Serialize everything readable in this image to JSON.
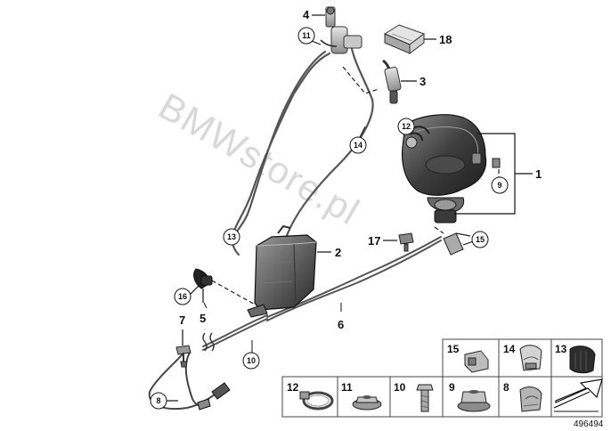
{
  "watermark": "BMWstore.pl",
  "reference_number": "496494",
  "callouts": {
    "p1": "1",
    "p2": "2",
    "p3": "3",
    "p4": "4",
    "p5": "5",
    "p6": "6",
    "p7": "7",
    "p8": "8",
    "p9": "9",
    "p10": "10",
    "p11": "11",
    "p12": "12",
    "p13": "13",
    "p14": "14",
    "p15": "15",
    "p16": "16",
    "p17": "17",
    "p18": "18"
  },
  "parts_table": {
    "top_row": [
      "15",
      "14",
      "13"
    ],
    "bottom_row": [
      "12",
      "11",
      "10",
      "9",
      "8"
    ]
  },
  "colors": {
    "line": "#111111",
    "part_dark": "#3a3a3a",
    "part_mid": "#6b6b6b",
    "part_light": "#b5b5b5",
    "watermark": "#d8d8d8"
  }
}
